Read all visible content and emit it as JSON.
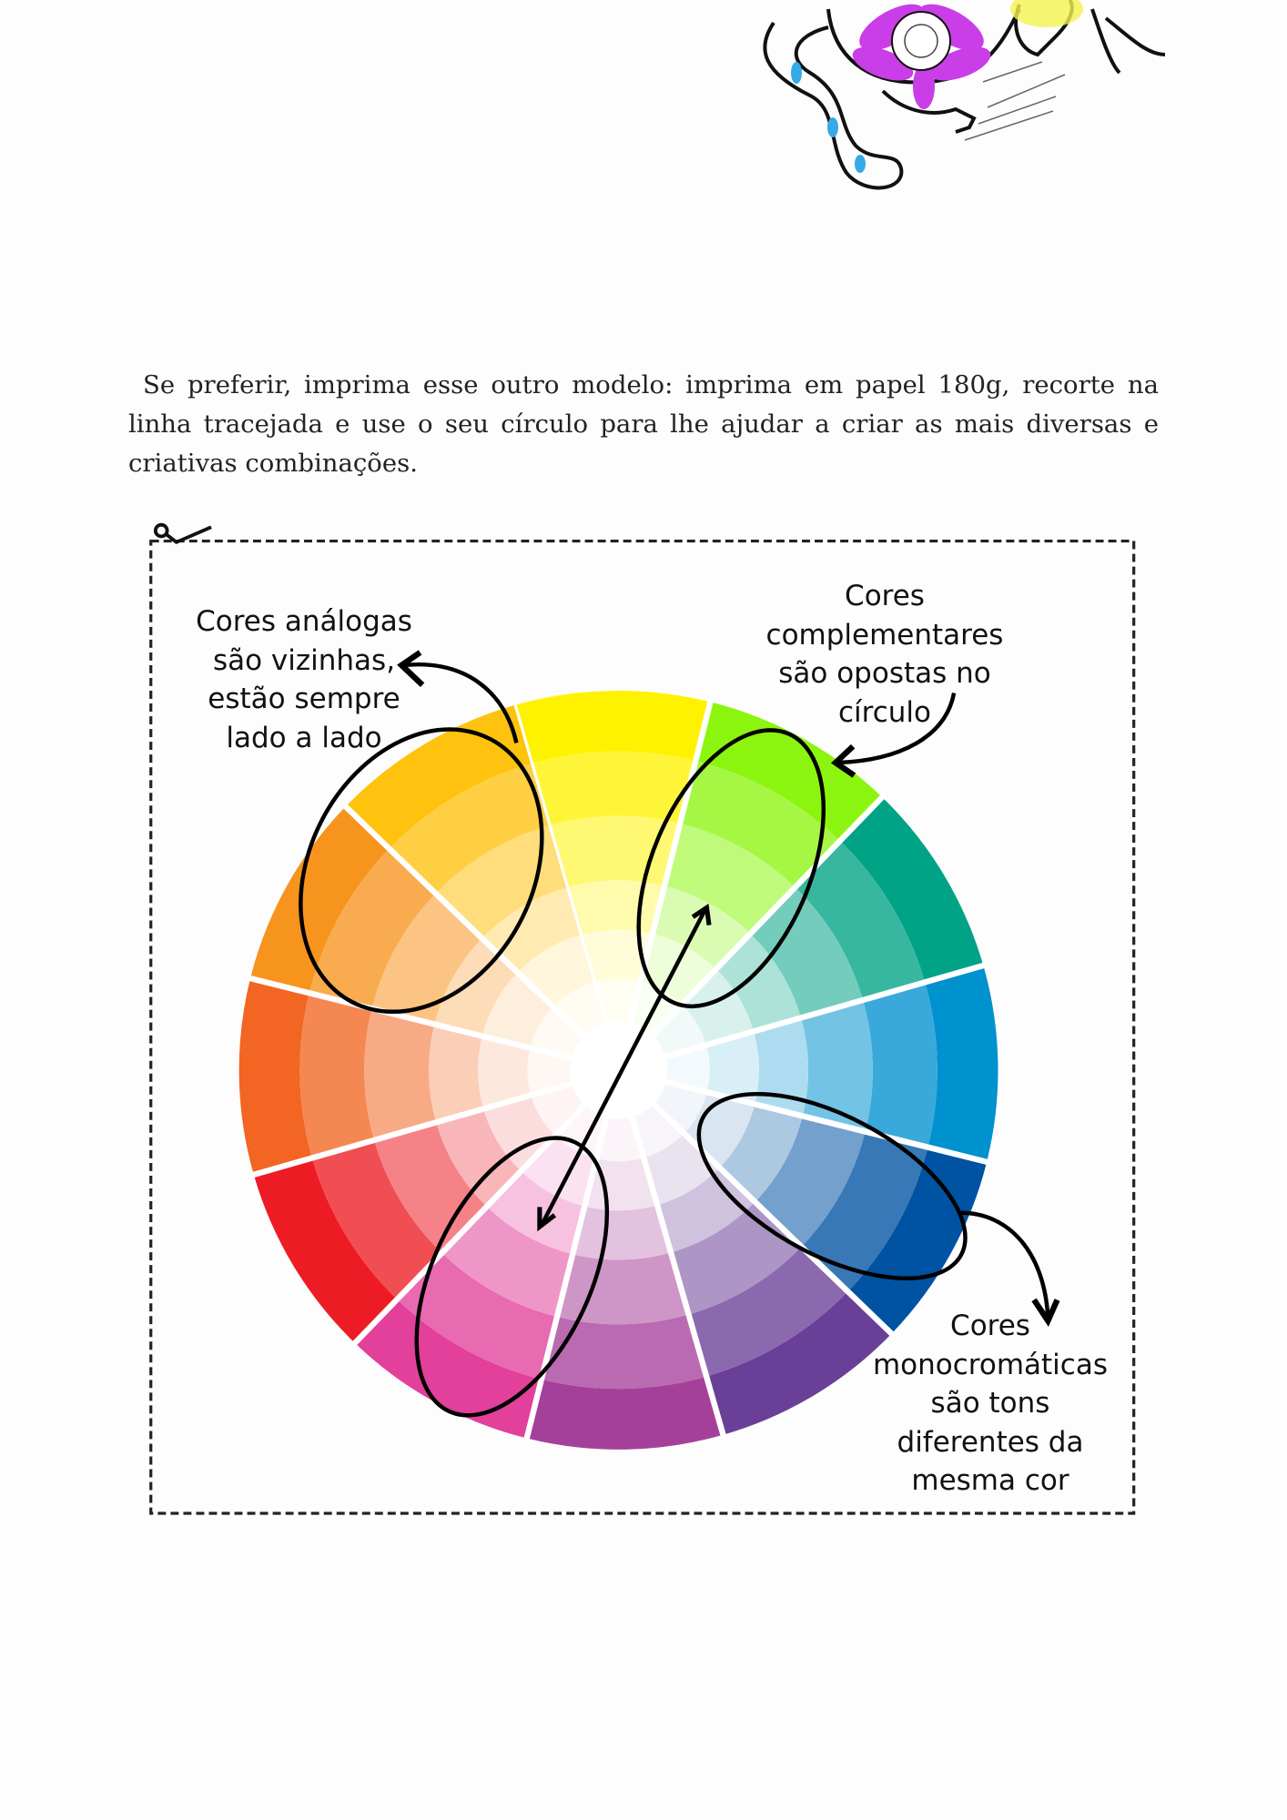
{
  "intro": {
    "text": "Se preferir, imprima esse outro modelo: imprima em papel 180g, recorte na linha tracejada e use o seu círculo para lhe ajudar a criar as mais diversas e criativas combinações."
  },
  "notes": {
    "analogous": [
      "Cores análogas",
      "são vizinhas,",
      "estão sempre",
      "lado a lado"
    ],
    "complementary": [
      "Cores",
      "complementares",
      "são opostas no",
      "círculo"
    ],
    "monochromatic": [
      "Cores",
      "monocromáticas",
      "são tons",
      "diferentes da",
      "mesma cor"
    ]
  },
  "wheel": {
    "colors": [
      "#fff200",
      "#8cf50f",
      "#00a385",
      "#0091cf",
      "#0052a2",
      "#6a3f97",
      "#a5409a",
      "#e2409b",
      "#ed1c24",
      "#f26522",
      "#f7941d",
      "#ffc20e"
    ],
    "ink": "#111111"
  },
  "icons": {
    "cut": "scissors-icon"
  }
}
